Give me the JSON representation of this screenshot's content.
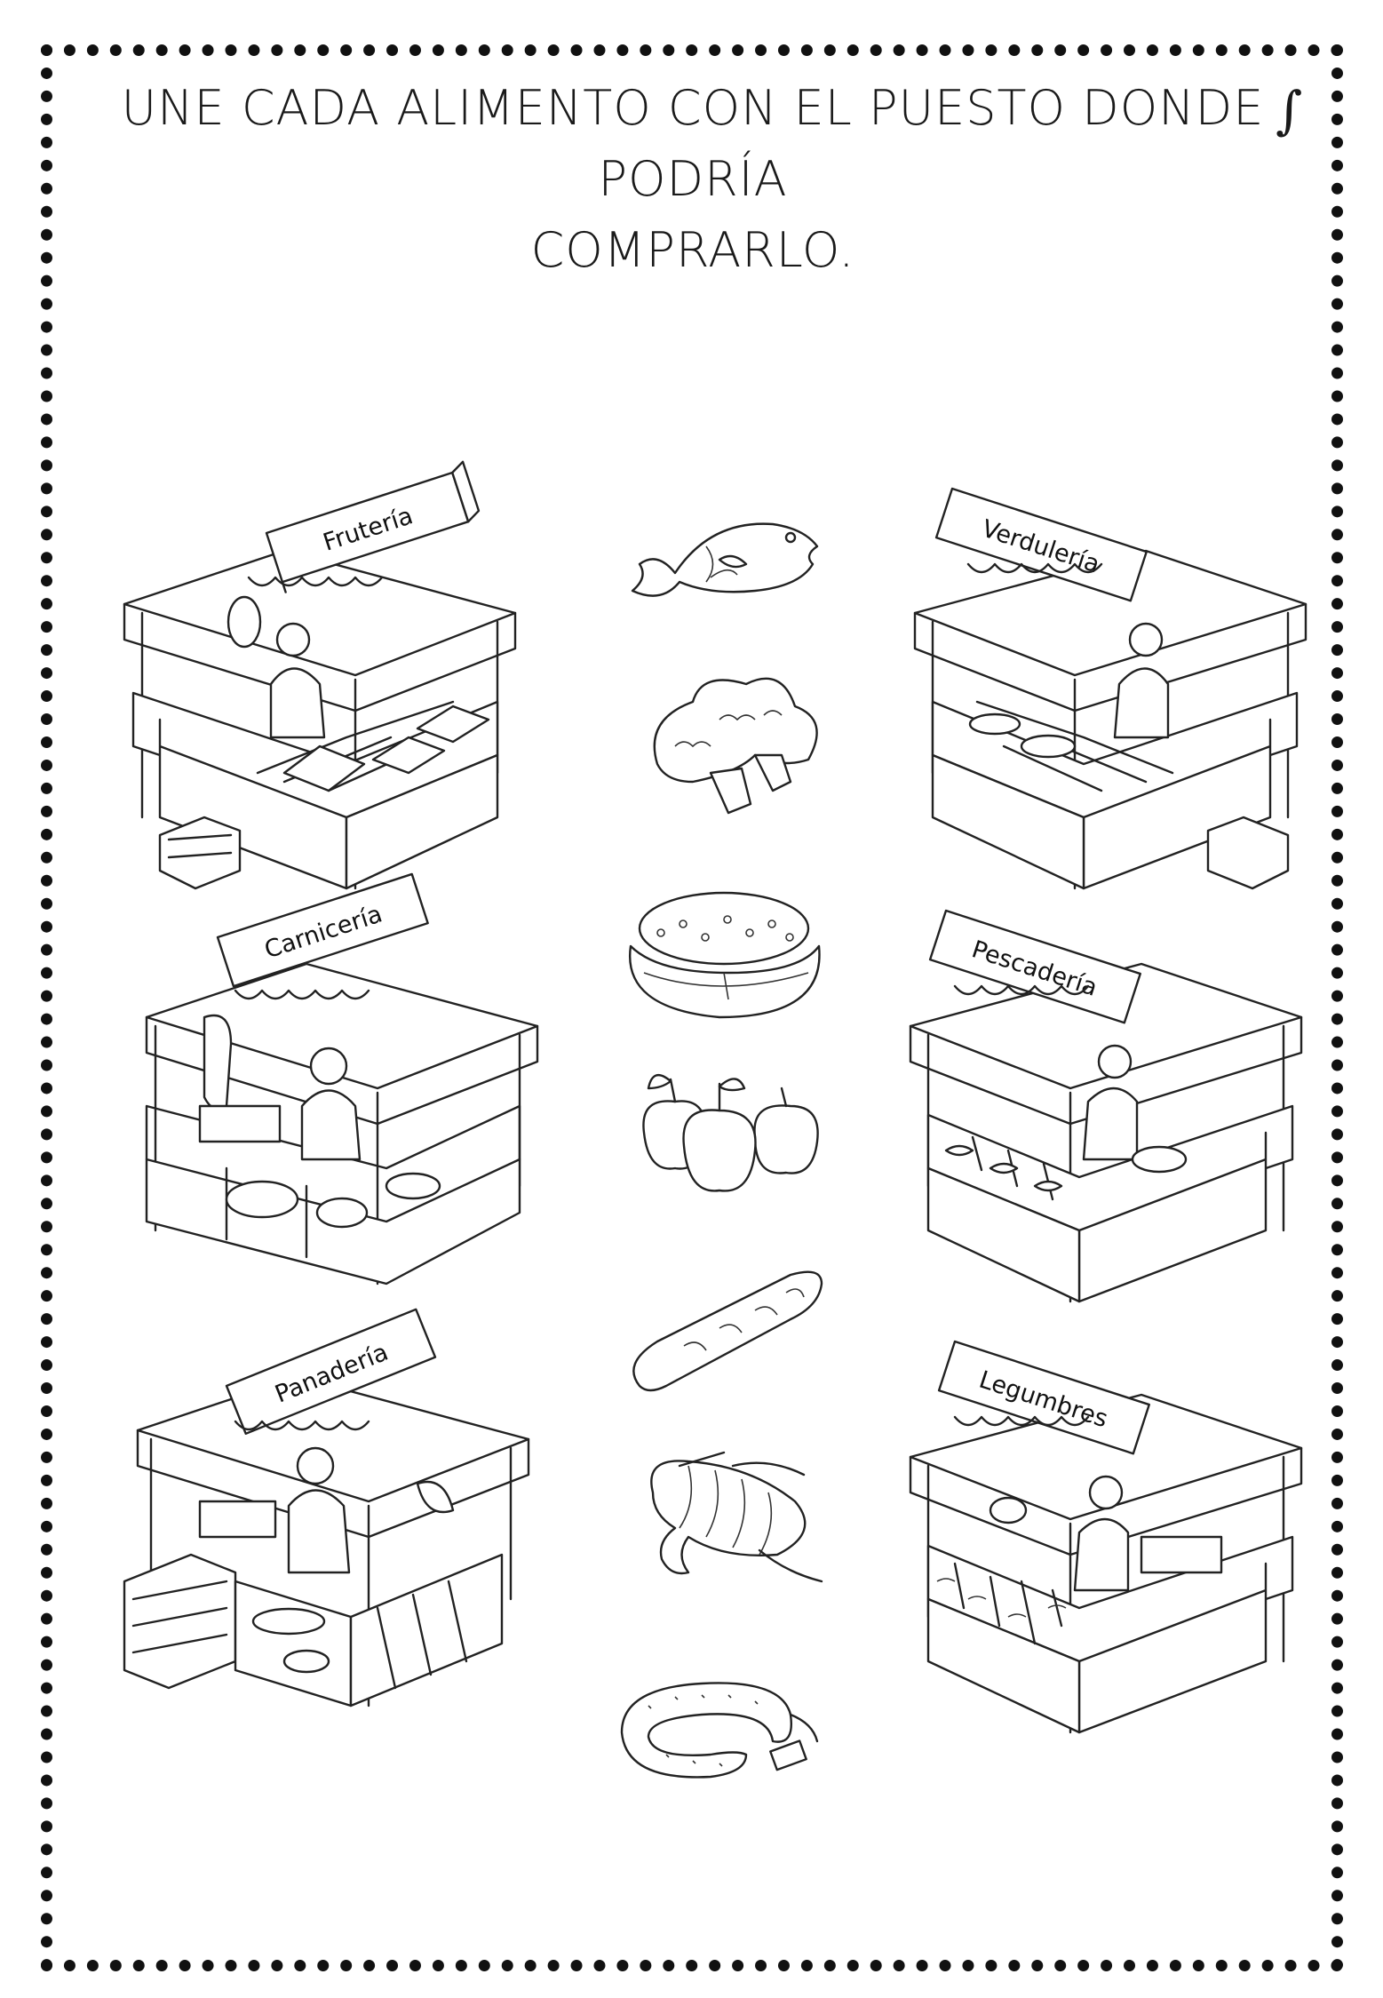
{
  "worksheet": {
    "instruction_line1": "UNE CADA ALIMENTO CON EL PUESTO DONDE PODRÍA",
    "instruction_line2": "COMPRARLO.",
    "instruction_trailing_mark": "∫"
  },
  "stalls": [
    {
      "id": "fruteria",
      "sign": "Frutería",
      "icon": "fruit-stall-icon"
    },
    {
      "id": "verduleria",
      "sign": "Verdulería",
      "icon": "vegetable-stall-icon"
    },
    {
      "id": "carniceria",
      "sign": "Carnicería",
      "icon": "butcher-stall-icon"
    },
    {
      "id": "pescaderia",
      "sign": "Pescadería",
      "icon": "fish-stall-icon"
    },
    {
      "id": "panaderia",
      "sign": "Panadería",
      "icon": "bakery-stall-icon"
    },
    {
      "id": "legumbres",
      "sign": "Legumbres",
      "icon": "legumes-stall-icon"
    }
  ],
  "foods": [
    {
      "icon": "fish-icon"
    },
    {
      "icon": "broccoli-icon"
    },
    {
      "icon": "chickpea-sack-icon"
    },
    {
      "icon": "apples-icon"
    },
    {
      "icon": "baguette-icon"
    },
    {
      "icon": "shrimp-icon"
    },
    {
      "icon": "sausage-icon"
    }
  ]
}
